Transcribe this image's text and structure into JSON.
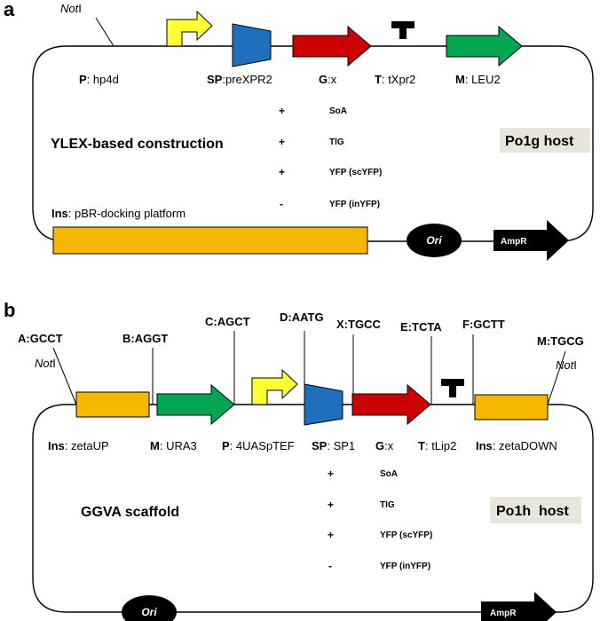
{
  "panel_a": {
    "letter": "a",
    "not_site": {
      "italic": "Not",
      "suffix": "I"
    },
    "elements": [
      {
        "key": "P",
        "sep": ": ",
        "value": "hp4d"
      },
      {
        "key": "SP",
        "sep": ":",
        "value": "preXPR2"
      },
      {
        "key": "G",
        "sep": ":",
        "value": "x"
      },
      {
        "key": "T",
        "sep": ": ",
        "value": "tXpr2"
      },
      {
        "key": "M",
        "sep": ": ",
        "value": "LEU2"
      }
    ],
    "insert_label": {
      "key": "Ins",
      "sep": ": ",
      "value": "pBR-docking platform"
    },
    "construction": "YLEX-based construction",
    "host": "Po1g host",
    "options": [
      {
        "sign": "+",
        "label": "SoA"
      },
      {
        "sign": "+",
        "label": "TlG"
      },
      {
        "sign": "+",
        "label": "YFP (scYFP)"
      },
      {
        "sign": "-",
        "label": "YFP (inYFP)"
      }
    ],
    "ori": "Ori",
    "ampr": "AmpR"
  },
  "panel_b": {
    "letter": "b",
    "sites": [
      "A:GCCT",
      "B:AGGT",
      "C:AGCT",
      "D:AATG",
      "X:TGCC",
      "E:TCTA",
      "F:GCTT",
      "M:TGCG"
    ],
    "not_site_left": {
      "italic": "Not",
      "suffix": "I"
    },
    "not_site_right": {
      "italic": "Not",
      "suffix": "I"
    },
    "elements": [
      {
        "key": "Ins",
        "sep": ": ",
        "value": "zetaUP"
      },
      {
        "key": "M",
        "sep": ": ",
        "value": "URA3"
      },
      {
        "key": "P",
        "sep": ": ",
        "value": "4UASpTEF"
      },
      {
        "key": "SP",
        "sep": ": ",
        "value": "SP1"
      },
      {
        "key": "G",
        "sep": ":",
        "value": "x"
      },
      {
        "key": "T",
        "sep": ": ",
        "value": "tLip2"
      },
      {
        "key": "Ins",
        "sep": ": ",
        "value": "zetaDOWN"
      }
    ],
    "construction": "GGVA scaffold",
    "host": "Po1h  host",
    "options": [
      {
        "sign": "+",
        "label": "SoA"
      },
      {
        "sign": "+",
        "label": "TlG"
      },
      {
        "sign": "+",
        "label": "YFP (scYFP)"
      },
      {
        "sign": "-",
        "label": "YFP (inYFP)"
      }
    ],
    "ori": "Ori",
    "ampr": "AmpR"
  },
  "colors": {
    "promoter": "#ffff33",
    "signal_peptide": "#1f6fbf",
    "gene": "#cc0000",
    "marker": "#00a651",
    "insert": "#f5b700",
    "host_box": "#e8e6da",
    "black": "#000000"
  }
}
